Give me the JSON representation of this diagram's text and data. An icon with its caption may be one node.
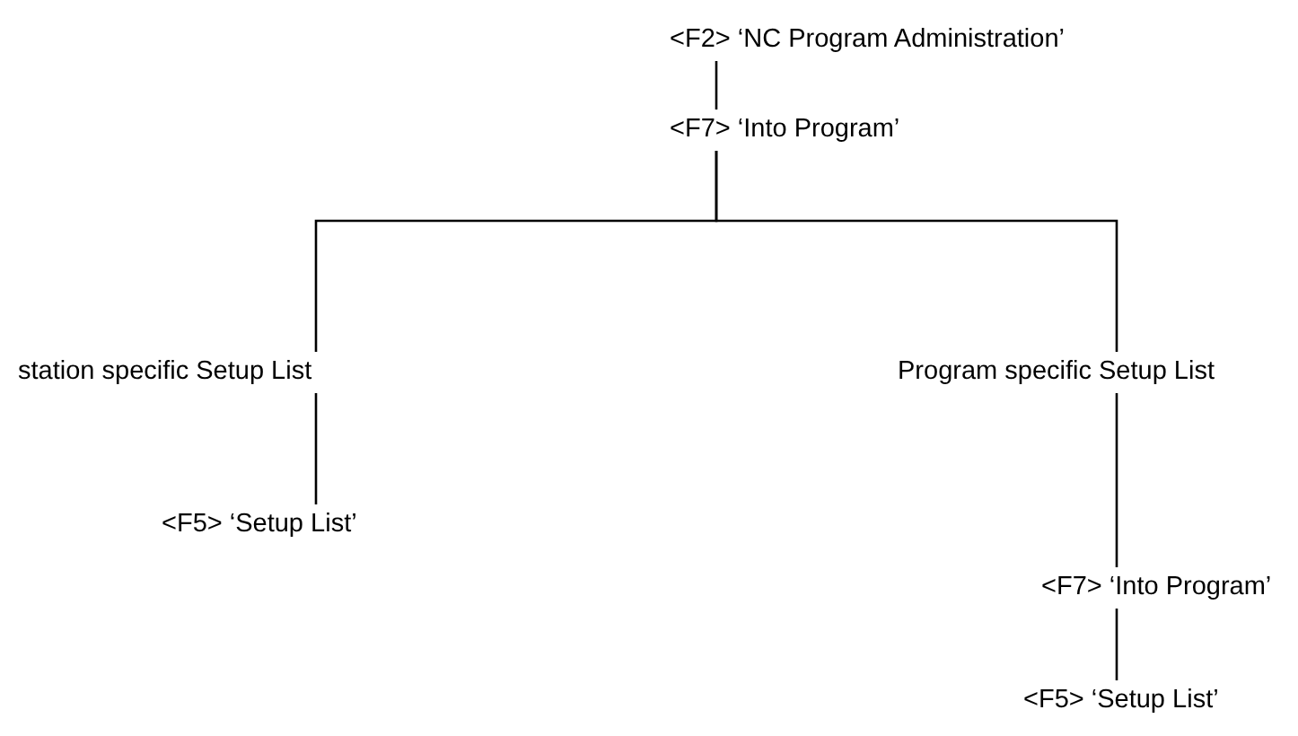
{
  "diagram": {
    "nodes": [
      {
        "text": [
          "<F2> ‘NC Program Administration’"
        ]
      },
      {
        "text": [
          "<F7> ‘Into Program’"
        ]
      },
      {
        "text": [
          "station specific Setup List"
        ]
      },
      {
        "text": [
          "Program specific Setup List"
        ]
      },
      {
        "text": [
          "<F5> ‘Setup List’"
        ]
      },
      {
        "text": [
          "<F7> ‘Into Program’"
        ]
      },
      {
        "text": [
          "<F5> ‘Setup List’"
        ]
      }
    ],
    "edges": [
      {
        "from": 0,
        "to": 1,
        "arrow": "none"
      },
      {
        "from": 1,
        "to": 2,
        "arrow": "none"
      },
      {
        "from": 1,
        "to": 3,
        "arrow": "none"
      },
      {
        "from": 2,
        "to": 4,
        "arrow": "none"
      },
      {
        "from": 3,
        "to": 5,
        "arrow": "none"
      },
      {
        "from": 5,
        "to": 6,
        "arrow": "none"
      }
    ]
  }
}
